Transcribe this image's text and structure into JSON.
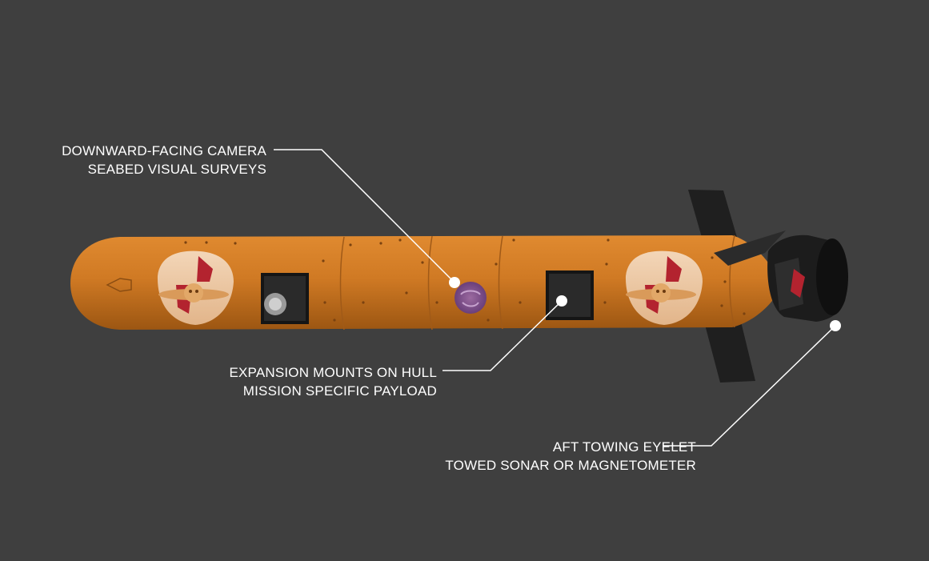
{
  "colors": {
    "background": "#3f3f3f",
    "hull": "#d07a24",
    "hull_dark": "#a85e16",
    "propeller_red": "#b3232f",
    "fin": "#1f1f1f",
    "leader_line": "#ffffff"
  },
  "callouts": [
    {
      "id": "camera",
      "line1": "DOWNWARD-FACING CAMERA",
      "line2": "SEABED VISUAL SURVEYS"
    },
    {
      "id": "mounts",
      "line1": "EXPANSION MOUNTS ON HULL",
      "line2": "MISSION SPECIFIC PAYLOAD"
    },
    {
      "id": "eyelet",
      "line1": "AFT TOWING EYELET",
      "line2": "TOWED SONAR OR MAGNETOMETER"
    }
  ]
}
